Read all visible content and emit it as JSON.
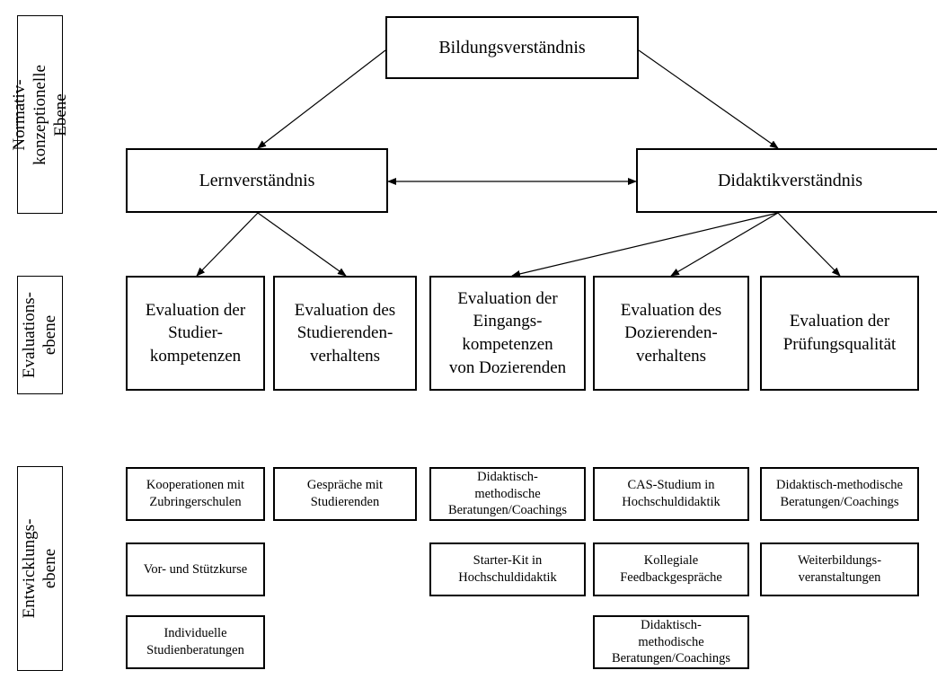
{
  "levels": {
    "normative": "Normativ-konzeptionelle\nEbene",
    "evaluation": "Evaluations-\nebene",
    "development": "Entwicklungs-\nebene"
  },
  "top": {
    "bildung": "Bildungsverständnis",
    "lern": "Lernverständnis",
    "didaktik": "Didaktikverständnis"
  },
  "evaluation": {
    "studierkompetenzen": "Evaluation der\nStudier-\nkompetenzen",
    "studierendenverhalten": "Evaluation des\nStudierenden-\nverhaltens",
    "eingangskompetenzen": "Evaluation der\nEingangs-\nkompetenzen\nvon Dozierenden",
    "dozierendenverhalten": "Evaluation des\nDozierenden-\nverhaltens",
    "pruefungsqualitaet": "Evaluation der\nPrüfungsqualität"
  },
  "development": {
    "col1": [
      "Kooperationen mit\nZubringerschulen",
      "Vor- und Stützkurse",
      "Individuelle\nStudienberatungen"
    ],
    "col2": [
      "Gespräche mit\nStudierenden"
    ],
    "col3": [
      "Didaktisch-\nmethodische\nBeratungen/Coachings",
      "Starter-Kit in\nHochschuldidaktik"
    ],
    "col4": [
      "CAS-Studium in\nHochschuldidaktik",
      "Kollegiale\nFeedbackgespräche",
      "Didaktisch-\nmethodische\nBeratungen/Coachings"
    ],
    "col5": [
      "Didaktisch-methodische\nBeratungen/Coachings",
      "Weiterbildungs-\nveranstaltungen"
    ]
  }
}
